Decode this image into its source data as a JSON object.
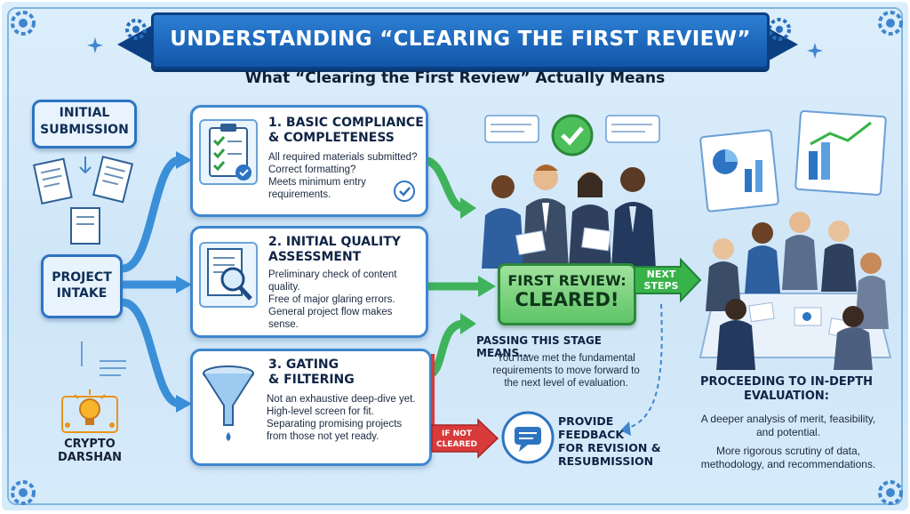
{
  "header": {
    "title": "UNDERSTANDING “CLEARING THE FIRST REVIEW”",
    "subtitle": "What “Clearing the First Review” Actually Means"
  },
  "intake": {
    "initial_submission_line1": "INITIAL",
    "initial_submission_line2": "SUBMISSION",
    "project_intake_line1": "PROJECT",
    "project_intake_line2": "INTAKE"
  },
  "steps": [
    {
      "title_line1": "1. BASIC COMPLIANCE",
      "title_line2": "& COMPLETENESS",
      "lines": [
        "All required materials submitted?",
        "Correct formatting?",
        "Meets minimum entry",
        "requirements."
      ],
      "icon": "clipboard-checklist-icon"
    },
    {
      "title_line1": "2. INITIAL QUALITY",
      "title_line2": "ASSESSMENT",
      "lines": [
        "Preliminary check of content",
        "quality.",
        "Free of major glaring errors.",
        "General project flow makes",
        "sense."
      ],
      "icon": "magnifier-document-icon"
    },
    {
      "title_line1": "3. GATING",
      "title_line2": "& FILTERING",
      "lines": [
        "Not an exhaustive deep-dive yet.",
        "High-level screen for fit.",
        "Separating promising projects",
        "from those not yet ready."
      ],
      "icon": "funnel-icon"
    }
  ],
  "review": {
    "cleared_line1": "FIRST REVIEW:",
    "cleared_line2": "CLEARED!",
    "next_line1": "NEXT",
    "next_line2": "STEPS",
    "passing_head": "PASSING THIS STAGE MEANS...",
    "passing_lines": [
      "You have met the fundamental",
      "requirements to move forward to",
      "the next level of evaluation."
    ],
    "if_not_line1": "IF NOT",
    "if_not_line2": "CLEARED",
    "feedback_lines": [
      "PROVIDE",
      "FEEDBACK",
      "FOR REVISION &",
      "RESUBMISSION"
    ]
  },
  "proceeding": {
    "head_line1": "PROCEEDING TO IN-DEPTH",
    "head_line2": "EVALUATION:",
    "body1": [
      "A deeper analysis of merit, feasibility,",
      "and potential."
    ],
    "body2": [
      "More rigorous scrutiny of data,",
      "methodology, and recommendations."
    ]
  },
  "logo": {
    "line1": "CRYPTO",
    "line2": "DARSHAN"
  },
  "colors": {
    "banner": "#1f6cc4",
    "panel_border": "#3f86cf",
    "arrow": "#3b8fd8",
    "cleared_green": "#5fc467",
    "next_arrow": "#37b34a",
    "if_not_red": "#d93a3a",
    "background": "#d4e9f9"
  }
}
